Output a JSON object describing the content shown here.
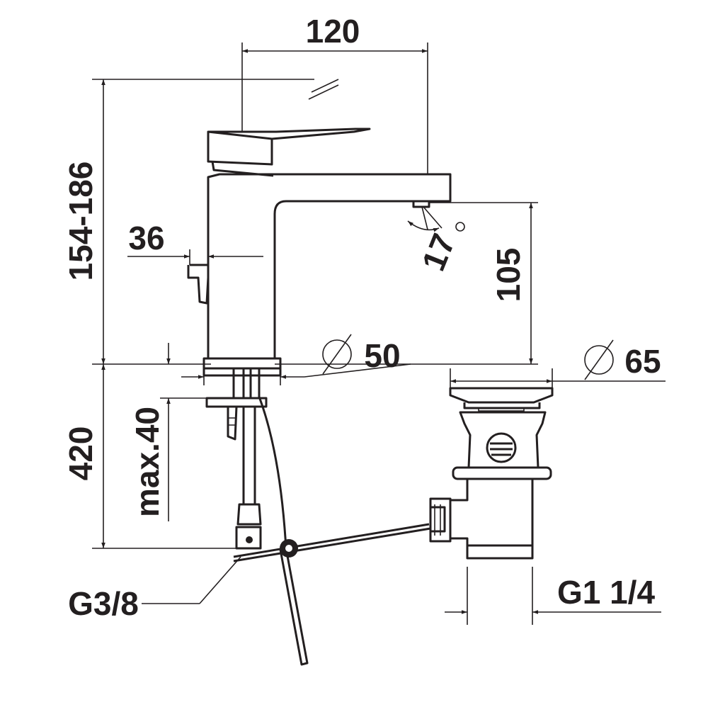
{
  "dimensions": {
    "width_spout": "120",
    "height_total": "154-186",
    "lever_offset": "36",
    "spout_angle": "17",
    "spout_height": "105",
    "base_diameter": "50",
    "waste_diameter": "65",
    "hose_length": "420",
    "max_thickness": "max.40",
    "hose_thread": "G3/8",
    "waste_thread": "G1 1/4"
  },
  "colors": {
    "line": "#231f20",
    "background": "#ffffff"
  },
  "icons": {
    "diameter_symbol": "diameter-icon",
    "degree_symbol": "degree-icon"
  }
}
